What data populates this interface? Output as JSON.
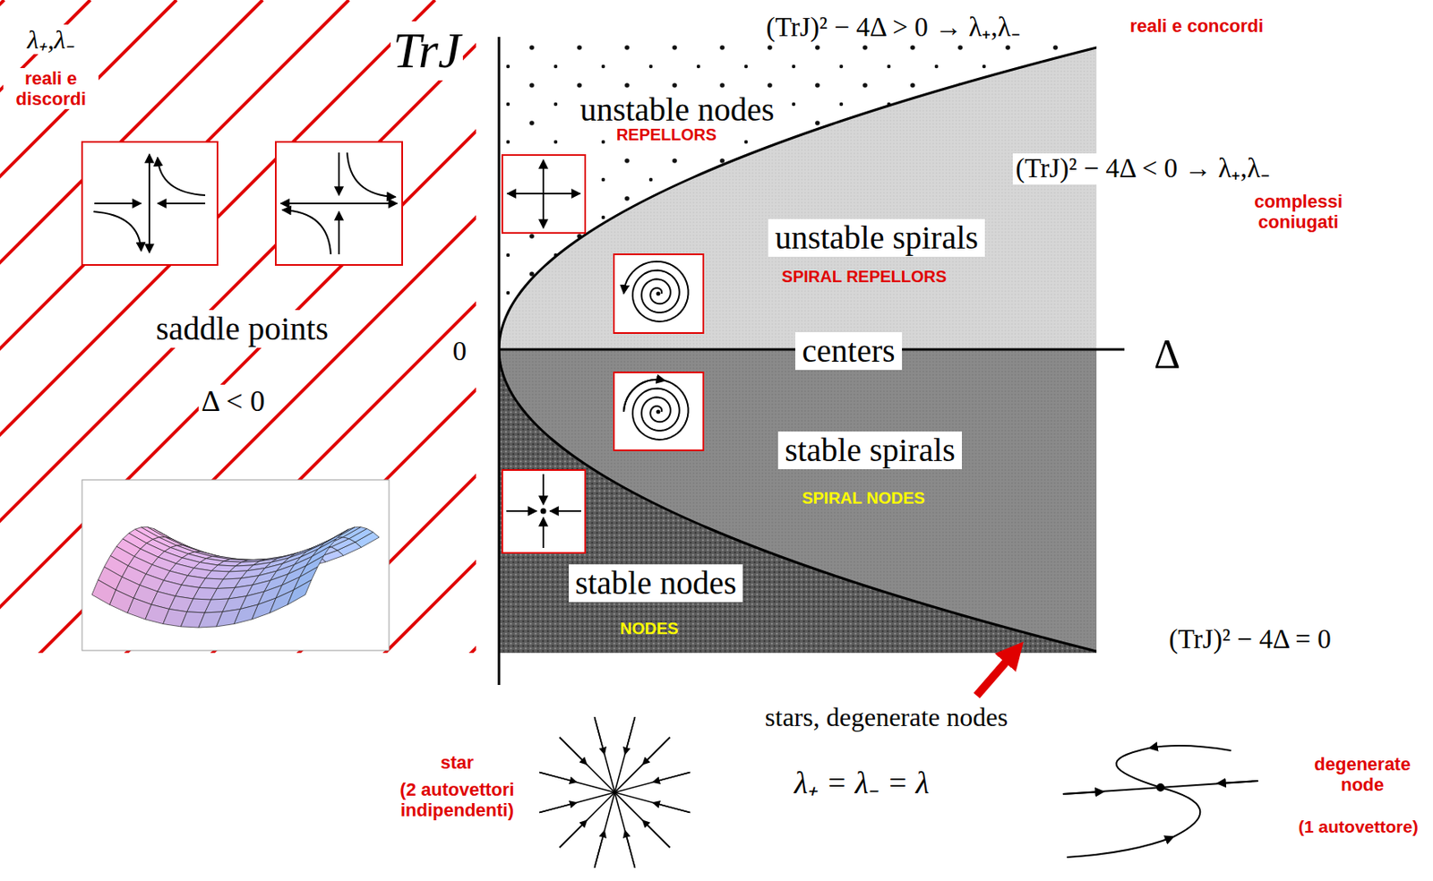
{
  "diagram": {
    "nodes": [
      {
        "text": [
          "unstable nodes"
        ]
      },
      {
        "text": [
          "unstable spirals"
        ]
      },
      {
        "text": [
          "saddle points"
        ]
      },
      {
        "text": [
          "centers"
        ]
      },
      {
        "text": [
          "stable spirals"
        ]
      },
      {
        "text": [
          "stable nodes"
        ]
      }
    ],
    "labels": [
      "λ₊,λ₋",
      "reali e discordi",
      "TrJ",
      "(TrJ)² − 4Δ > 0 → λ₊,λ₋",
      "reali e concordi",
      "REPELLORS",
      "(TrJ)² − 4Δ < 0 → λ₊,λ₋",
      "complessi coniugati",
      "SPIRAL REPELLORS",
      "Δ < 0",
      "0",
      "Δ",
      "SPIRAL NODES",
      "NODES",
      "(TrJ)² − 4Δ = 0",
      "stars, degenerate nodes",
      "star",
      "(2 autovettori indipendenti)",
      "λ₊ = λ₋ = λ",
      "degenerate node",
      "(1 autovettore)"
    ]
  }
}
